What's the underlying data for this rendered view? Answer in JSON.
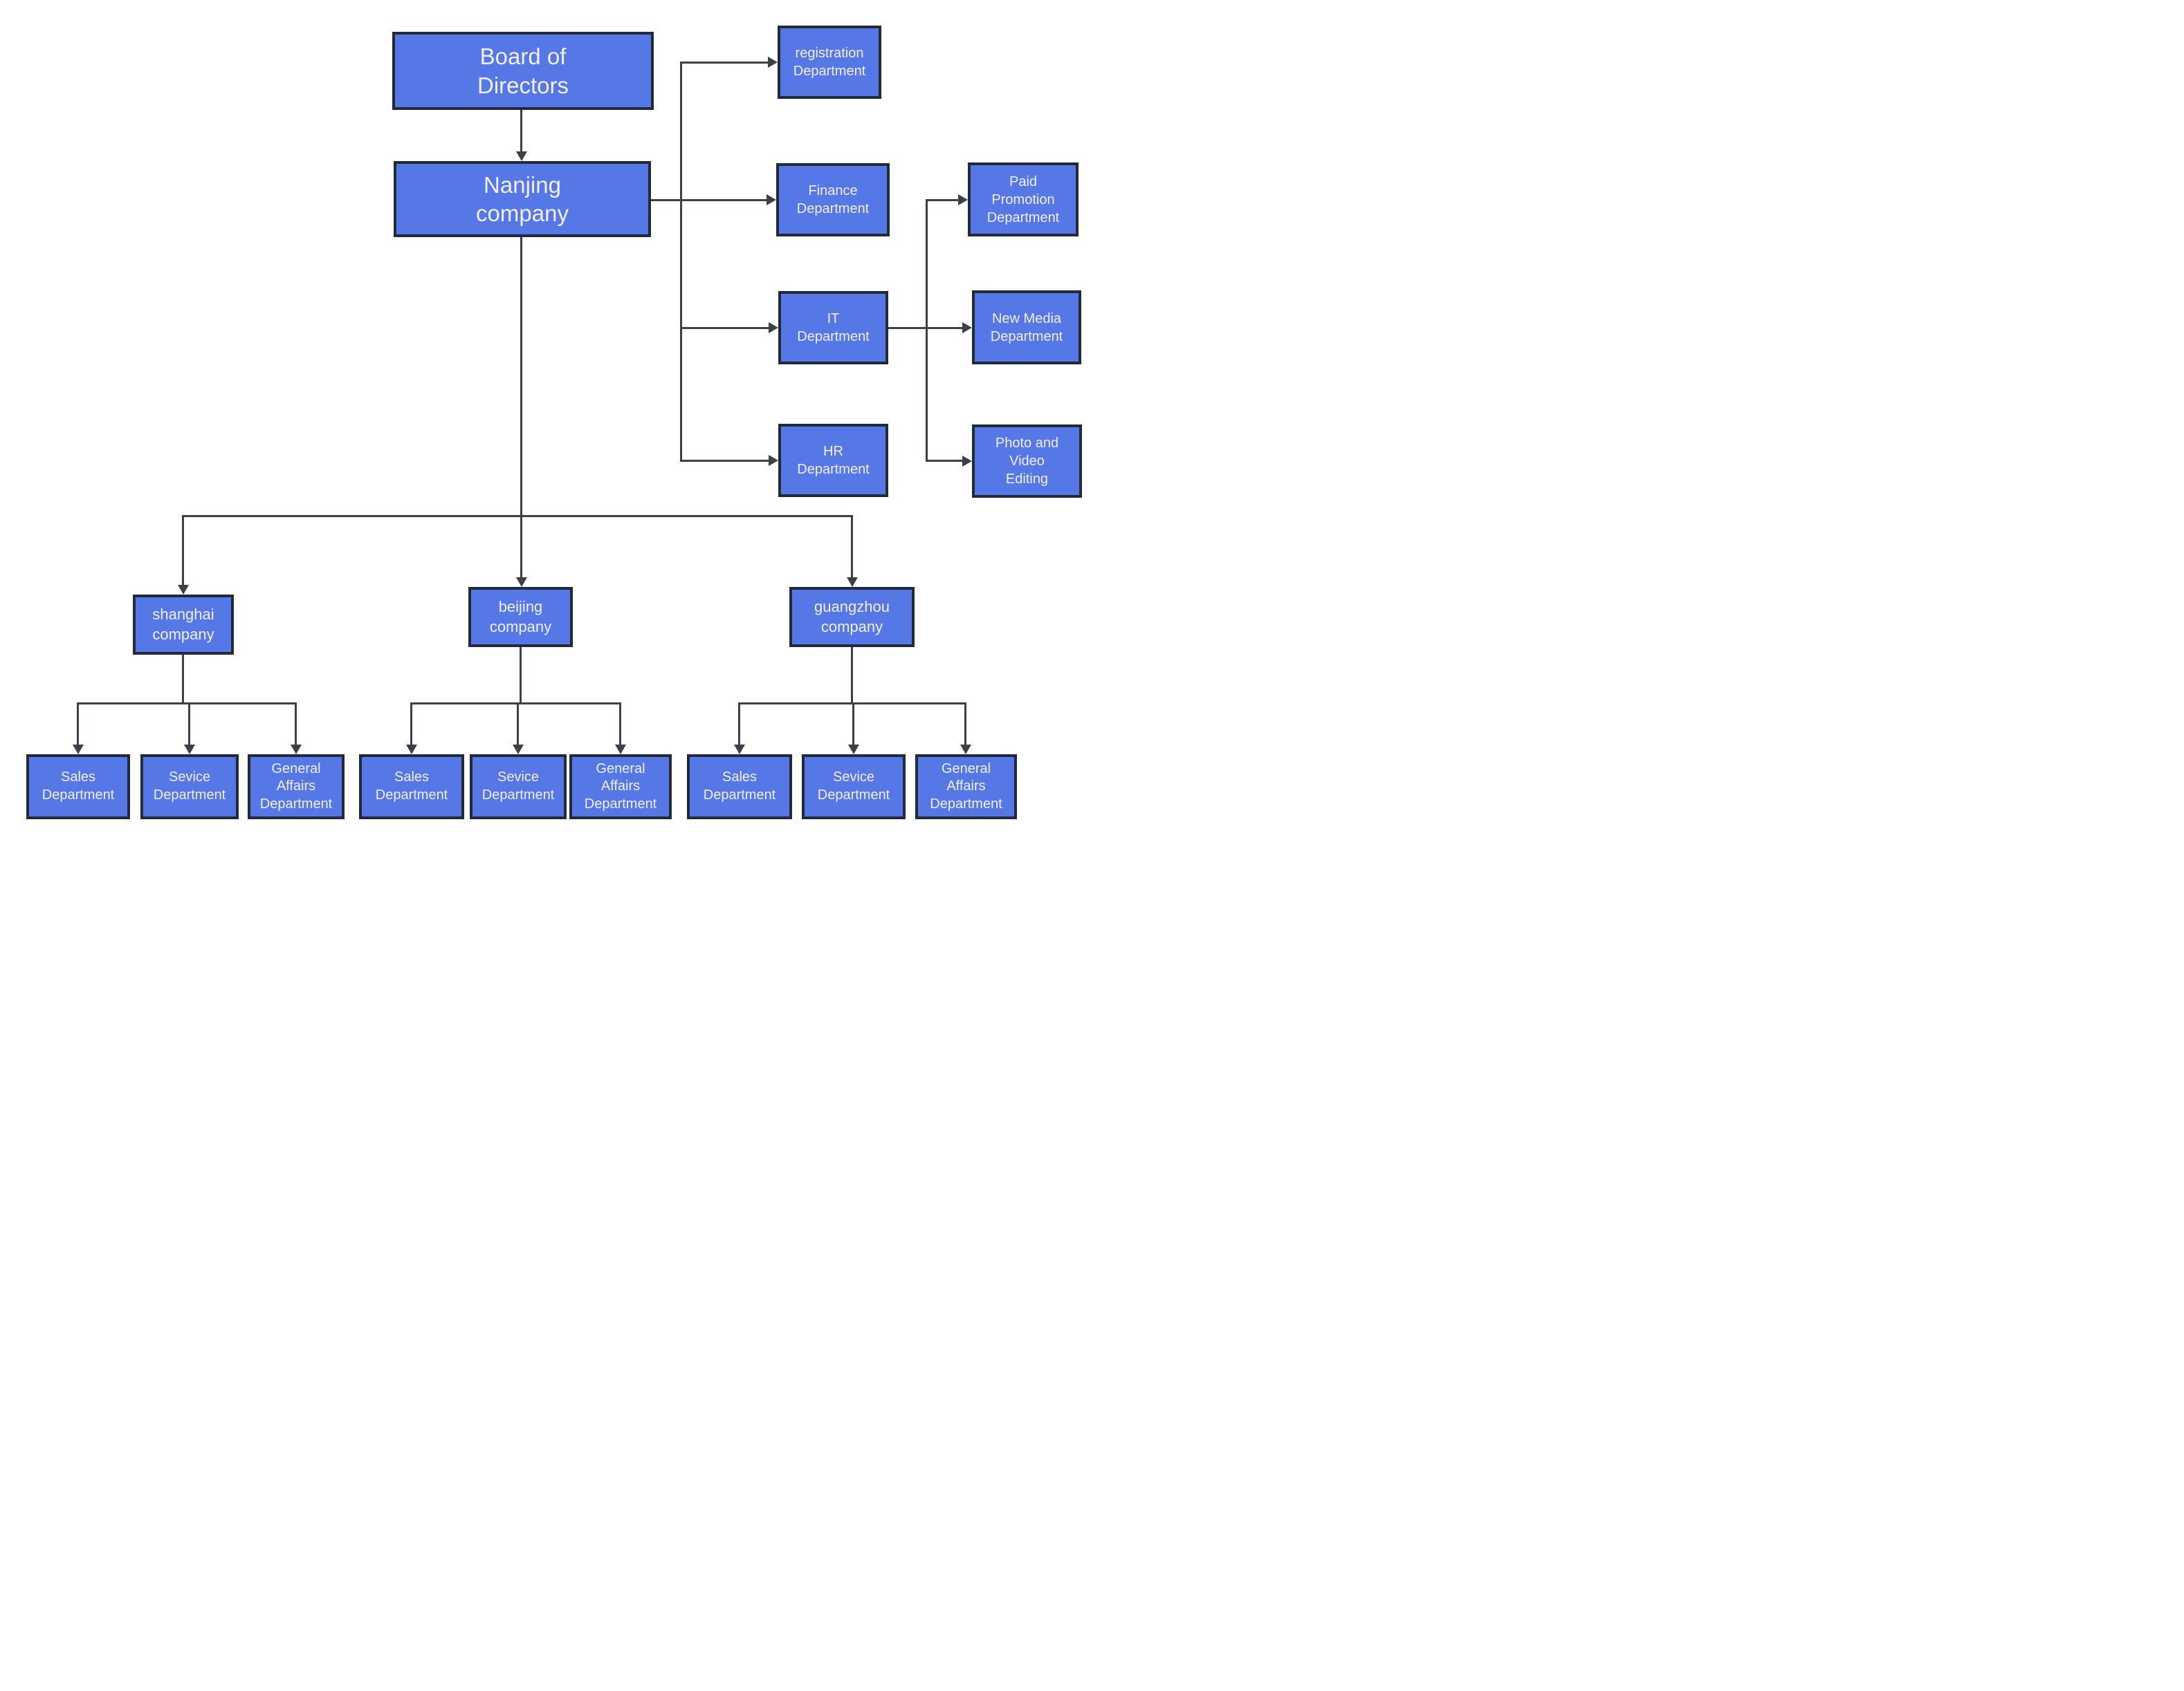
{
  "palette": {
    "node_fill": "#5677e6",
    "node_border": "#232a37",
    "line_color": "#3c4149",
    "text_color": "#f1efed",
    "page_bg": "#ffffff"
  },
  "nodes": {
    "board": {
      "label": [
        "Board of",
        "Directors"
      ]
    },
    "nanjing": {
      "label": [
        "Nanjing",
        "company"
      ]
    },
    "registration": {
      "label": [
        "registration",
        "Department"
      ]
    },
    "finance": {
      "label": [
        "Finance",
        "Department"
      ]
    },
    "paid_promotion": {
      "label": [
        "Paid",
        "Promotion",
        "Department"
      ]
    },
    "it": {
      "label": [
        "IT",
        "Department"
      ]
    },
    "new_media": {
      "label": [
        "New Media",
        "Department"
      ]
    },
    "hr": {
      "label": [
        "HR",
        "Department"
      ]
    },
    "photo_video": {
      "label": [
        "Photo and",
        "Video",
        "Editing"
      ]
    },
    "shanghai": {
      "label": [
        "shanghai",
        "company"
      ]
    },
    "beijing": {
      "label": [
        "beijing",
        "company"
      ]
    },
    "guangzhou": {
      "label": [
        "guangzhou",
        "company"
      ]
    },
    "shanghai_sales": {
      "label": [
        "Sales",
        "Department"
      ]
    },
    "shanghai_service": {
      "label": [
        "Sevice",
        "Department"
      ]
    },
    "shanghai_general": {
      "label": [
        "General",
        "Affairs",
        "Department"
      ]
    },
    "beijing_sales": {
      "label": [
        "Sales",
        "Department"
      ]
    },
    "beijing_service": {
      "label": [
        "Sevice",
        "Department"
      ]
    },
    "beijing_general": {
      "label": [
        "General",
        "Affairs",
        "Department"
      ]
    },
    "guangzhou_sales": {
      "label": [
        "Sales",
        "Department"
      ]
    },
    "guangzhou_service": {
      "label": [
        "Sevice",
        "Department"
      ]
    },
    "guangzhou_general": {
      "label": [
        "General",
        "Affairs",
        "Department"
      ]
    }
  },
  "edges": [
    {
      "from": "Board of Directors",
      "to": "Nanjing company"
    },
    {
      "from": "Nanjing company",
      "to": "registration Department"
    },
    {
      "from": "Nanjing company",
      "to": "Finance Department"
    },
    {
      "from": "Nanjing company",
      "to": "IT Department"
    },
    {
      "from": "Nanjing company",
      "to": "HR Department"
    },
    {
      "from": "IT Department",
      "to": "Paid Promotion Department"
    },
    {
      "from": "IT Department",
      "to": "New Media Department"
    },
    {
      "from": "IT Department",
      "to": "Photo and Video Editing"
    },
    {
      "from": "Nanjing company",
      "to": "shanghai company"
    },
    {
      "from": "Nanjing company",
      "to": "beijing company"
    },
    {
      "from": "Nanjing company",
      "to": "guangzhou company"
    },
    {
      "from": "shanghai company",
      "to": "Sales Department"
    },
    {
      "from": "shanghai company",
      "to": "Sevice Department"
    },
    {
      "from": "shanghai company",
      "to": "General Affairs Department"
    },
    {
      "from": "beijing company",
      "to": "Sales Department"
    },
    {
      "from": "beijing company",
      "to": "Sevice Department"
    },
    {
      "from": "beijing company",
      "to": "General Affairs Department"
    },
    {
      "from": "guangzhou company",
      "to": "Sales Department"
    },
    {
      "from": "guangzhou company",
      "to": "Sevice Department"
    },
    {
      "from": "guangzhou company",
      "to": "General Affairs Department"
    }
  ]
}
